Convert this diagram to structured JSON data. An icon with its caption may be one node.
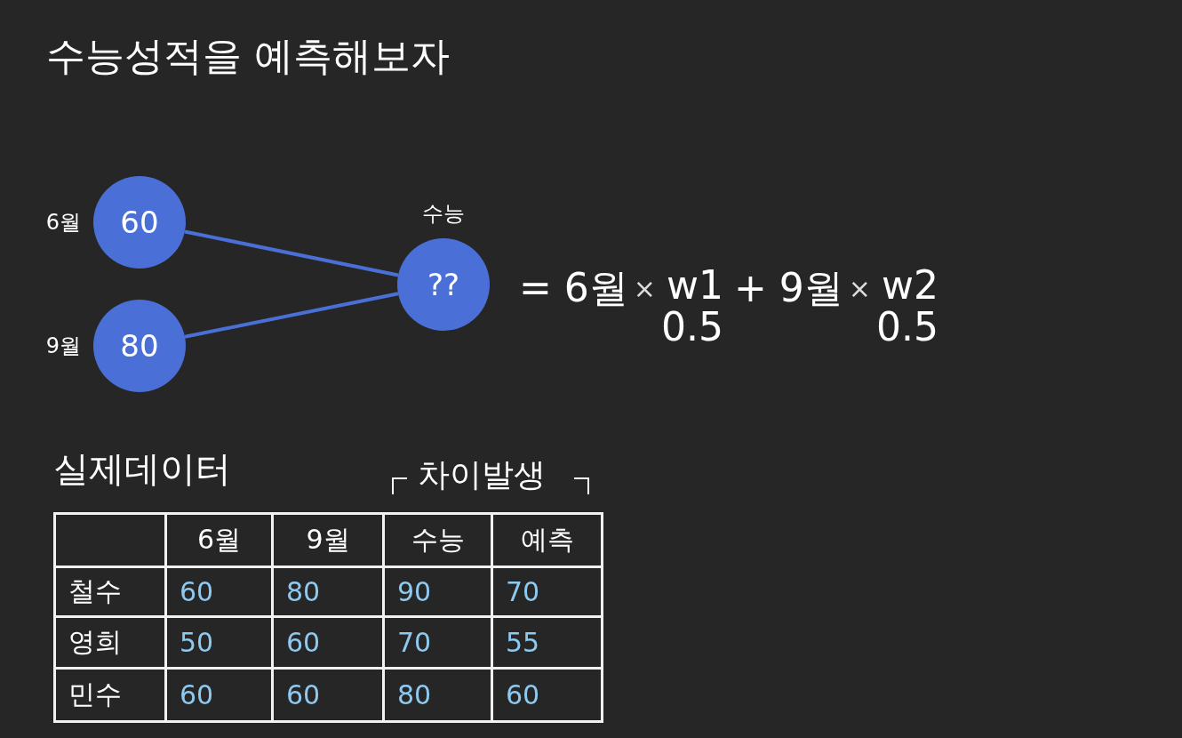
{
  "diagram": {
    "title": "수능성적을 예측해보자",
    "nodes": [
      {
        "text": [
          "60"
        ],
        "beside": [
          "6월"
        ]
      },
      {
        "text": [
          "80"
        ],
        "beside": [
          "9월"
        ]
      },
      {
        "text": [
          "??"
        ],
        "beside": [
          "수능"
        ]
      }
    ],
    "edges": [
      {
        "from": 0,
        "to": 2,
        "arrow": "none"
      },
      {
        "from": 1,
        "to": 2,
        "arrow": "none"
      }
    ],
    "labels": [
      "= 6월",
      "×",
      "w1",
      "0.5",
      "+ 9월",
      "×",
      "w2",
      "0.5",
      "실제데이터",
      "차이발생",
      "6월",
      "9월",
      "수능",
      "예측",
      "철수",
      "60",
      "80",
      "90",
      "70",
      "영희",
      "50",
      "60",
      "70",
      "55",
      "민수",
      "60",
      "60",
      "80",
      "60"
    ]
  }
}
